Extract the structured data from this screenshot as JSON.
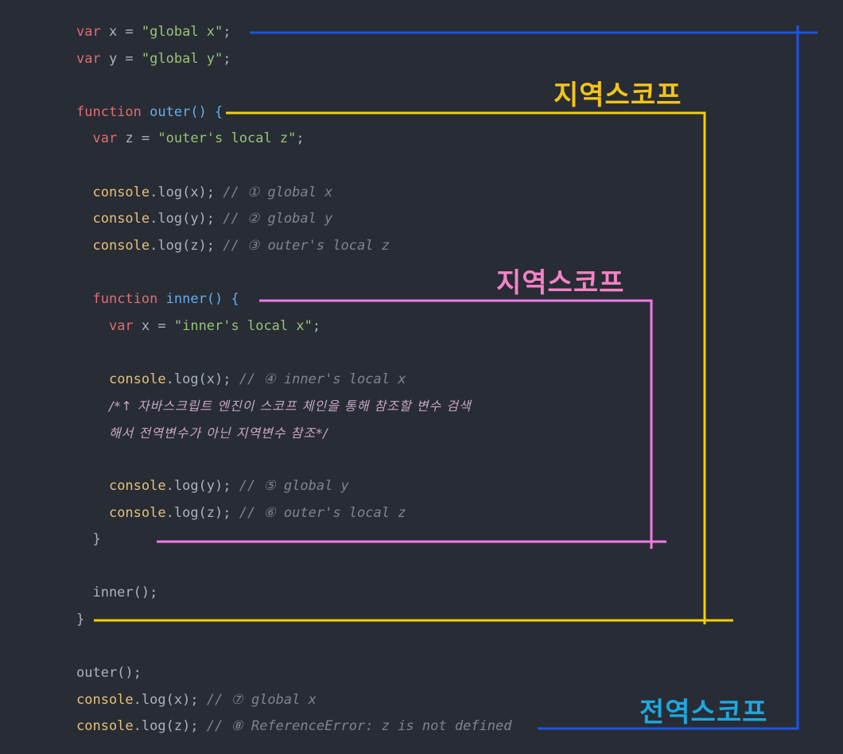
{
  "code_lines": [
    [
      {
        "t": "var",
        "c": "kw"
      },
      {
        "t": " x = "
      },
      {
        "t": "\"global x\"",
        "c": "str"
      },
      {
        "t": ";"
      }
    ],
    [
      {
        "t": "var",
        "c": "kw"
      },
      {
        "t": " y = "
      },
      {
        "t": "\"global y\"",
        "c": "str"
      },
      {
        "t": ";"
      }
    ],
    [],
    [
      {
        "t": "function",
        "c": "kw"
      },
      {
        "t": " "
      },
      {
        "t": "outer",
        "c": "fn"
      },
      {
        "t": "() {",
        "c": "fn"
      }
    ],
    [
      {
        "t": "  "
      },
      {
        "t": "var",
        "c": "kw"
      },
      {
        "t": " z = "
      },
      {
        "t": "\"outer's local z\"",
        "c": "str"
      },
      {
        "t": ";"
      }
    ],
    [],
    [
      {
        "t": "  "
      },
      {
        "t": "console",
        "c": "obj"
      },
      {
        "t": ".log(x); "
      },
      {
        "t": "// ① global x",
        "c": "cmt"
      }
    ],
    [
      {
        "t": "  "
      },
      {
        "t": "console",
        "c": "obj"
      },
      {
        "t": ".log(y); "
      },
      {
        "t": "// ② global y",
        "c": "cmt"
      }
    ],
    [
      {
        "t": "  "
      },
      {
        "t": "console",
        "c": "obj"
      },
      {
        "t": ".log(z); "
      },
      {
        "t": "// ③ outer's local z",
        "c": "cmt"
      }
    ],
    [],
    [
      {
        "t": "  "
      },
      {
        "t": "function",
        "c": "kw"
      },
      {
        "t": " "
      },
      {
        "t": "inner",
        "c": "fn"
      },
      {
        "t": "() {",
        "c": "fn"
      }
    ],
    [
      {
        "t": "    "
      },
      {
        "t": "var",
        "c": "kw"
      },
      {
        "t": " x = "
      },
      {
        "t": "\"inner's local x\"",
        "c": "str"
      },
      {
        "t": ";"
      }
    ],
    [],
    [
      {
        "t": "    "
      },
      {
        "t": "console",
        "c": "obj"
      },
      {
        "t": ".log(x); "
      },
      {
        "t": "// ④ inner's local x",
        "c": "cmt"
      }
    ],
    [
      {
        "t": "    "
      },
      {
        "t": "/*↑ 자바스크립트 엔진이 스코프 체인을 통해 참조할 변수 검색",
        "c": "cmt-k"
      }
    ],
    [
      {
        "t": "    "
      },
      {
        "t": "해서 전역변수가 아닌 지역변수 참조*/",
        "c": "cmt-k"
      }
    ],
    [],
    [
      {
        "t": "    "
      },
      {
        "t": "console",
        "c": "obj"
      },
      {
        "t": ".log(y); "
      },
      {
        "t": "// ⑤ global y",
        "c": "cmt"
      }
    ],
    [
      {
        "t": "    "
      },
      {
        "t": "console",
        "c": "obj"
      },
      {
        "t": ".log(z); "
      },
      {
        "t": "// ⑥ outer's local z",
        "c": "cmt"
      }
    ],
    [
      {
        "t": "  }"
      }
    ],
    [],
    [
      {
        "t": "  inner();"
      }
    ],
    [
      {
        "t": "}"
      }
    ],
    [],
    [
      {
        "t": "outer();"
      }
    ],
    [
      {
        "t": "console",
        "c": "obj"
      },
      {
        "t": ".log(x); "
      },
      {
        "t": "// ⑦ global x",
        "c": "cmt"
      }
    ],
    [
      {
        "t": "console",
        "c": "obj"
      },
      {
        "t": ".log(z); "
      },
      {
        "t": "// ⑧ ReferenceError: z is not defined",
        "c": "cmt"
      }
    ]
  ],
  "labels": {
    "outer_scope": "지역스코프",
    "inner_scope": "지역스코프",
    "global_scope": "전역스코프"
  },
  "colors": {
    "background": "#282c34",
    "outer_scope": "#f5d000",
    "inner_scope": "#f07ae6",
    "global_scope": "#1a55e8",
    "outer_label": "#f3c41a",
    "inner_label": "#f582c8",
    "global_label": "#1fa6e0"
  }
}
